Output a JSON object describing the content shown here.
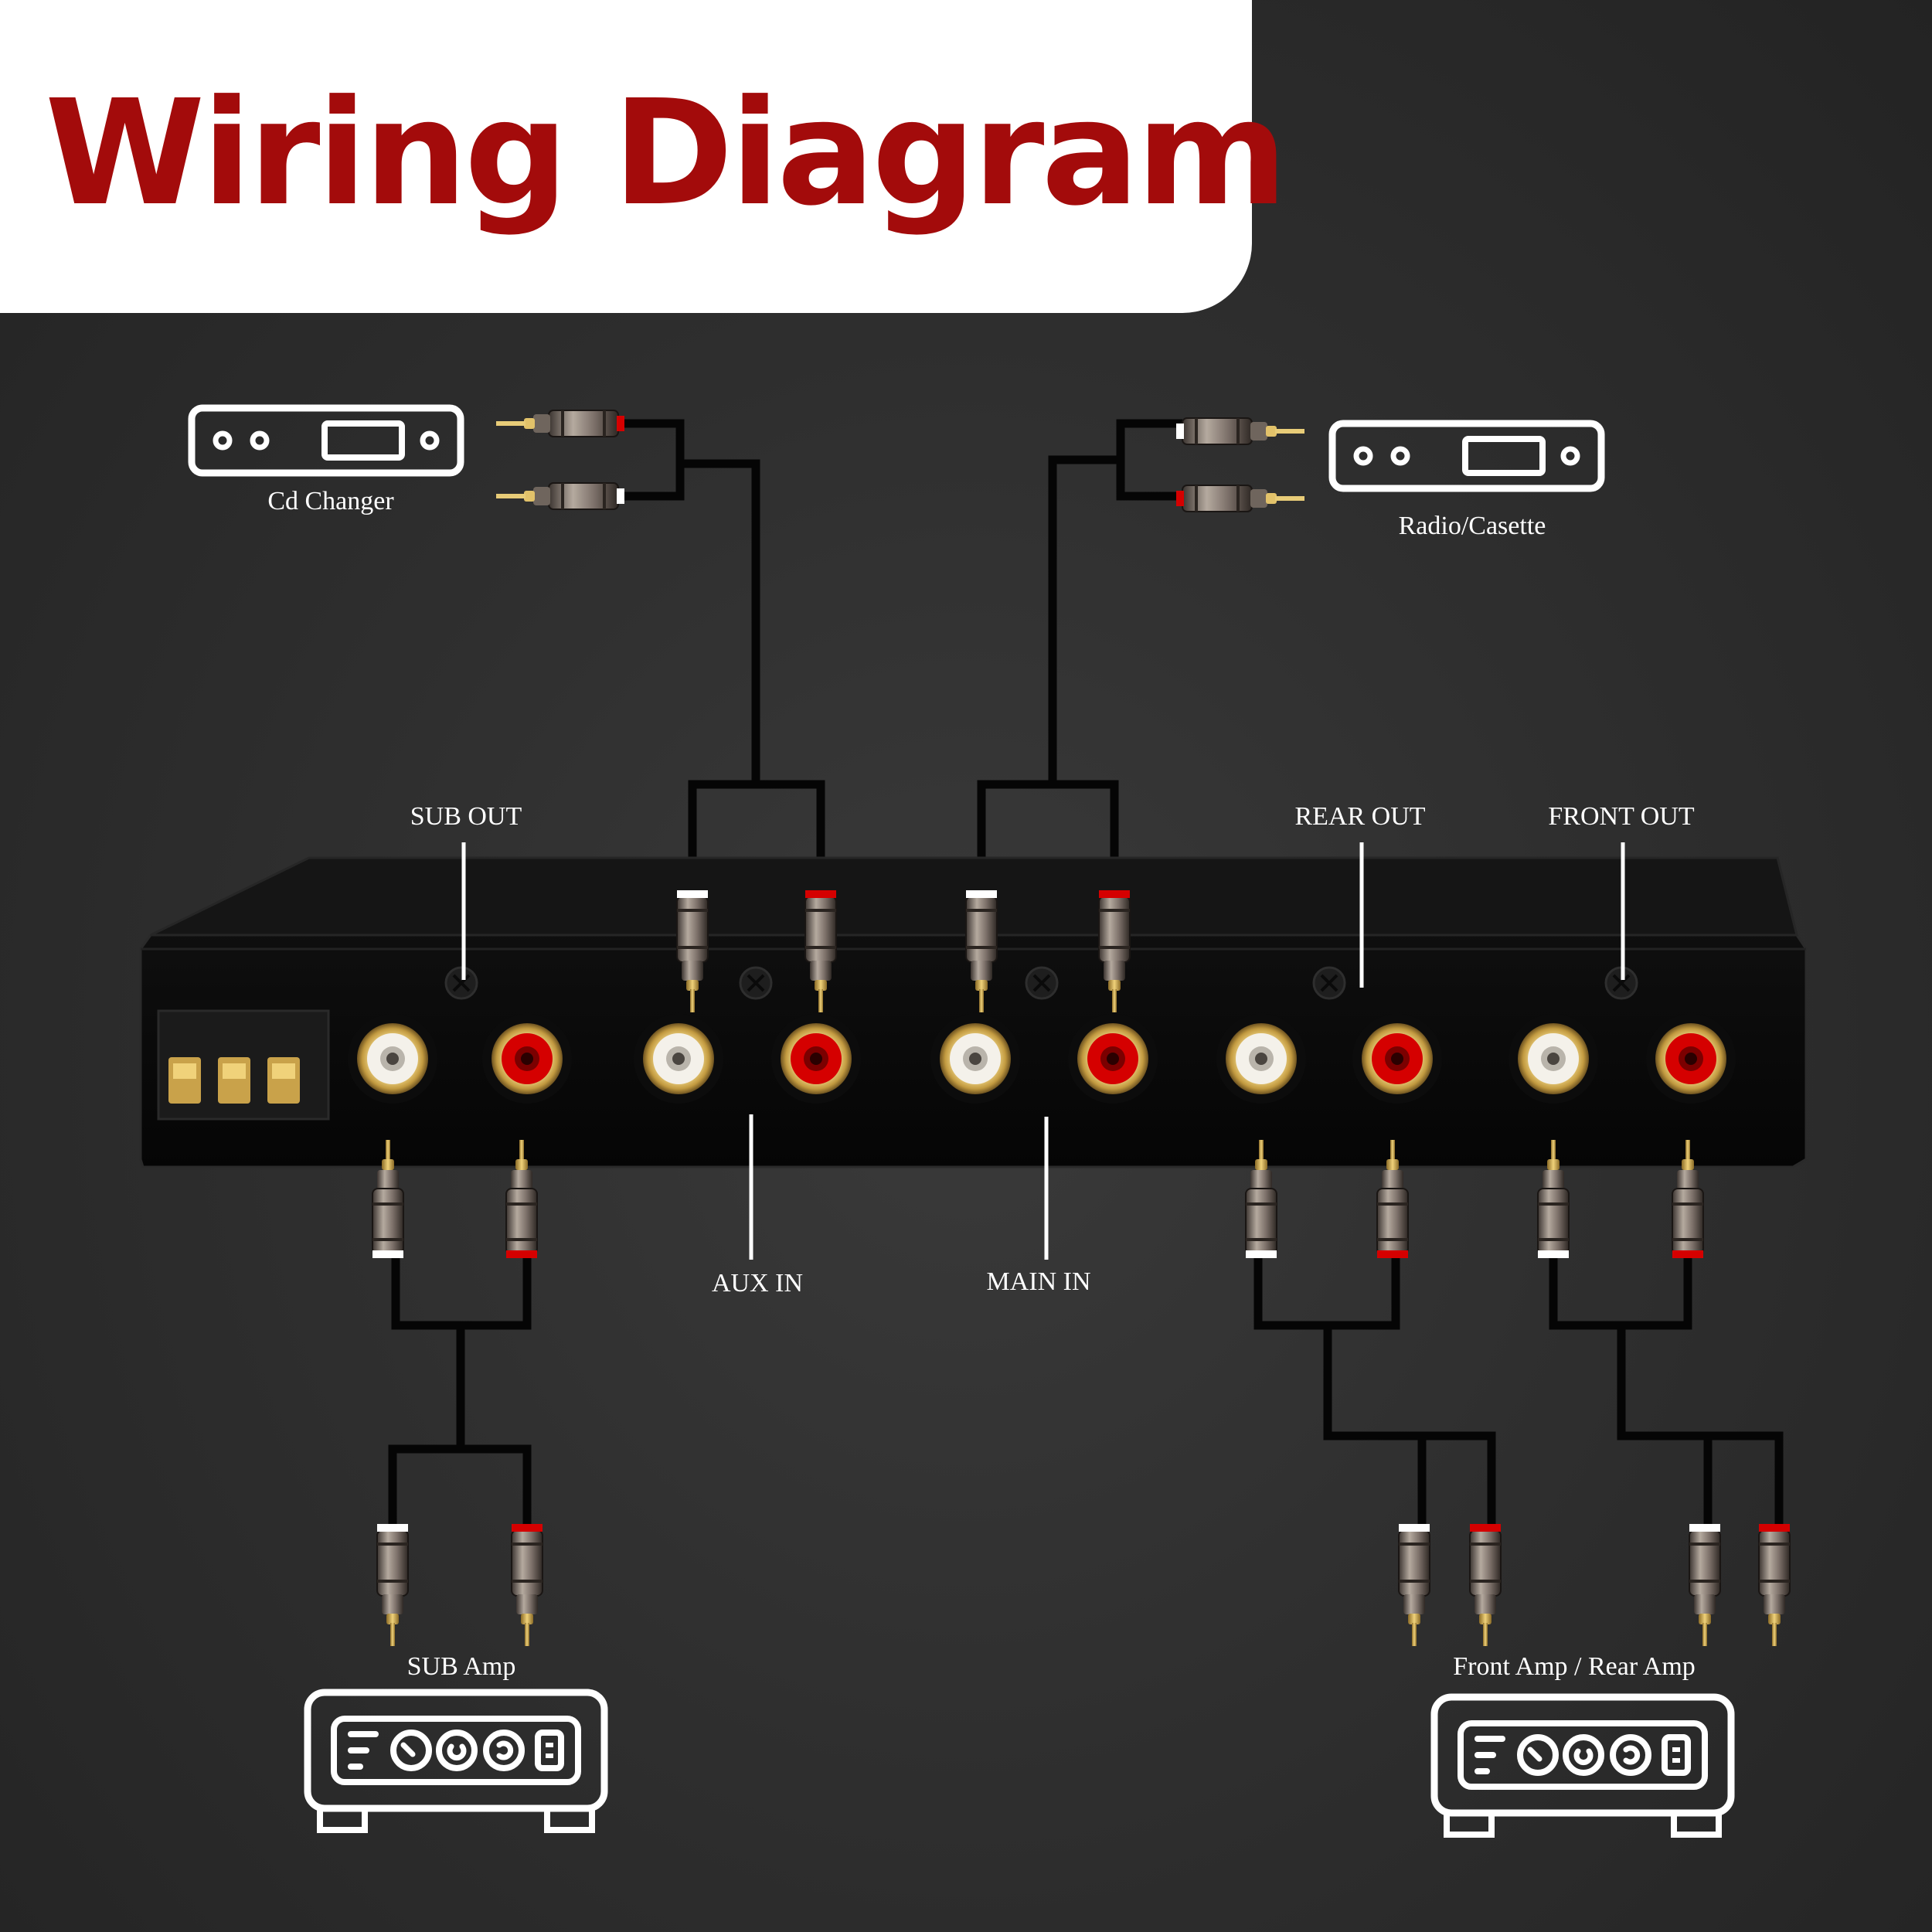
{
  "title": "Wiring Diagram",
  "devices": {
    "cd_changer": "Cd Changer",
    "radio_cassette": "Radio/Casette",
    "sub_amp": "SUB Amp",
    "front_rear_amp": "Front Amp / Rear Amp"
  },
  "ports": {
    "sub_out": "SUB OUT",
    "aux_in": "AUX IN",
    "main_in": "MAIN IN",
    "rear_out": "REAR OUT",
    "front_out": "FRONT OUT"
  },
  "colors": {
    "title": "#a30b0b",
    "background": "#2f2f2f",
    "jack_left": "#ffffff",
    "jack_right": "#d50000",
    "gold": "#c9a24a"
  },
  "icons": [
    "head-unit-icon",
    "amplifier-icon",
    "rca-plug-icon",
    "rca-jack-icon"
  ]
}
